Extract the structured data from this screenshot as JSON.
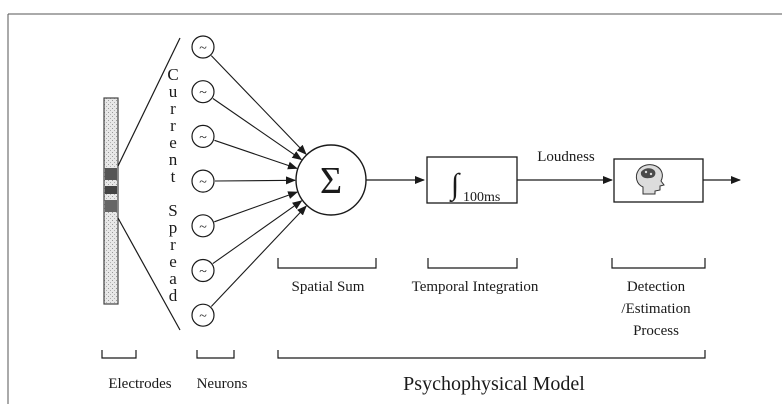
{
  "diagram": {
    "electrodes_label": "Electrodes",
    "neurons_label": "Neurons",
    "current_spread_label": "Current Spread",
    "current_spread_glyphs": [
      "C",
      "u",
      "r",
      "r",
      "e",
      "n",
      "t",
      "",
      "S",
      "p",
      "r",
      "e",
      "a",
      "d"
    ],
    "neuron_symbol": "~",
    "neuron_count": 7,
    "sum_symbol": "Σ",
    "integrator_symbol": "∫",
    "integrator_subscript": "100ms",
    "loudness_label": "Loudness",
    "head_icon": "head-with-brain-icon",
    "stages": {
      "spatial_sum": "Spatial Sum",
      "temporal_integration": "Temporal Integration",
      "detection_line1": "Detection",
      "detection_line2": "/Estimation",
      "detection_line3": "Process"
    },
    "psychophysical_model_label": "Psychophysical Model"
  }
}
